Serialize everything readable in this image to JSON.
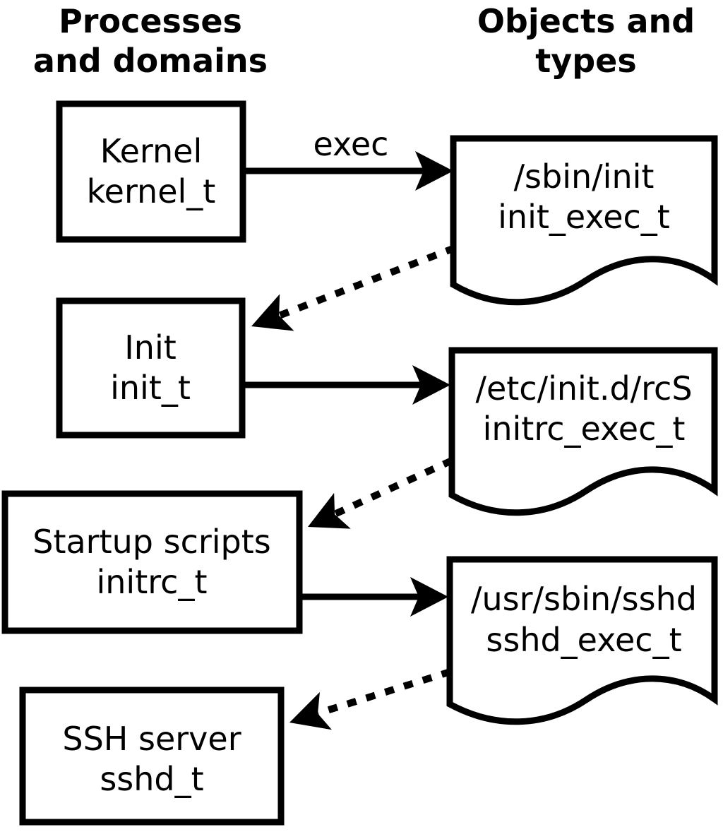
{
  "diagram": {
    "title_semantic": "SELinux domain transition diagram",
    "headers": {
      "left": {
        "line1": "Processes",
        "line2": "and domains"
      },
      "right": {
        "line1": "Objects and",
        "line2": "types"
      }
    },
    "processes": [
      {
        "name": "Kernel",
        "type": "kernel_t"
      },
      {
        "name": "Init",
        "type": "init_t"
      },
      {
        "name": "Startup scripts",
        "type": "initrc_t"
      },
      {
        "name": "SSH server",
        "type": "sshd_t"
      }
    ],
    "objects": [
      {
        "path": "/sbin/init",
        "type": "init_exec_t"
      },
      {
        "path": "/etc/init.d/rcS",
        "type": "initrc_exec_t"
      },
      {
        "path": "/usr/sbin/sshd",
        "type": "sshd_exec_t"
      }
    ],
    "edge_labels": {
      "exec": "exec"
    },
    "colors": {
      "stroke": "#000000",
      "fill": "#ffffff",
      "background": "#ffffff"
    }
  }
}
